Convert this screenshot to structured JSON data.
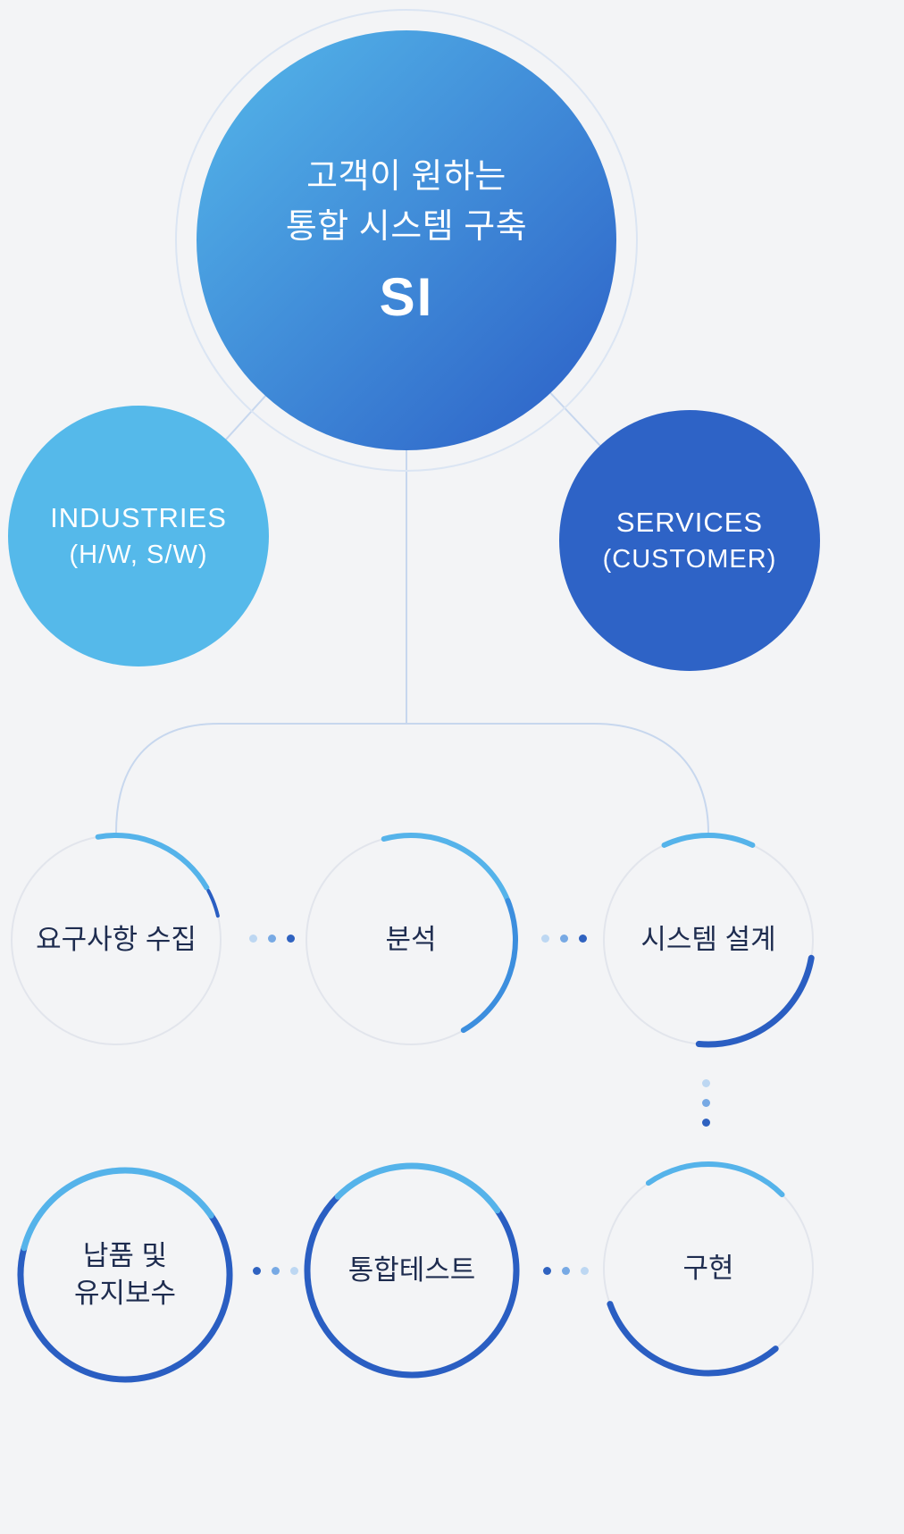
{
  "main_circle": {
    "line1": "고객이 원하는",
    "line2": "통합 시스템 구축",
    "label": "SI"
  },
  "industries_circle": {
    "line1": "INDUSTRIES",
    "line2": "(H/W, S/W)"
  },
  "services_circle": {
    "line1": "SERVICES",
    "line2": "(CUSTOMER)"
  },
  "process": {
    "row1": [
      "요구사항 수집",
      "분석",
      "시스템 설계"
    ],
    "row2": {
      "delivery_line1": "납품 및",
      "delivery_line2": "유지보수",
      "integration_test": "통합테스트",
      "implementation": "구현"
    }
  },
  "colors": {
    "background": "#f3f4f6",
    "main_grad_start": "#55b8ea",
    "main_grad_end": "#2b5ec6",
    "ring_stroke": "#dbe5f3",
    "connector": "#c7d7ee",
    "industries_fill": "#55b9ea",
    "services_fill": "#2e63c6",
    "circle_base_stroke": "#e2e5ec",
    "arc_light": "#55b3ea",
    "arc_mid": "#3c8ede",
    "arc_dark": "#2a5ec2",
    "label_color": "#1e2c4f",
    "dot_light": "#bdd7f2",
    "dot_mid": "#77a9e4",
    "dot_dark": "#2f62c0"
  }
}
